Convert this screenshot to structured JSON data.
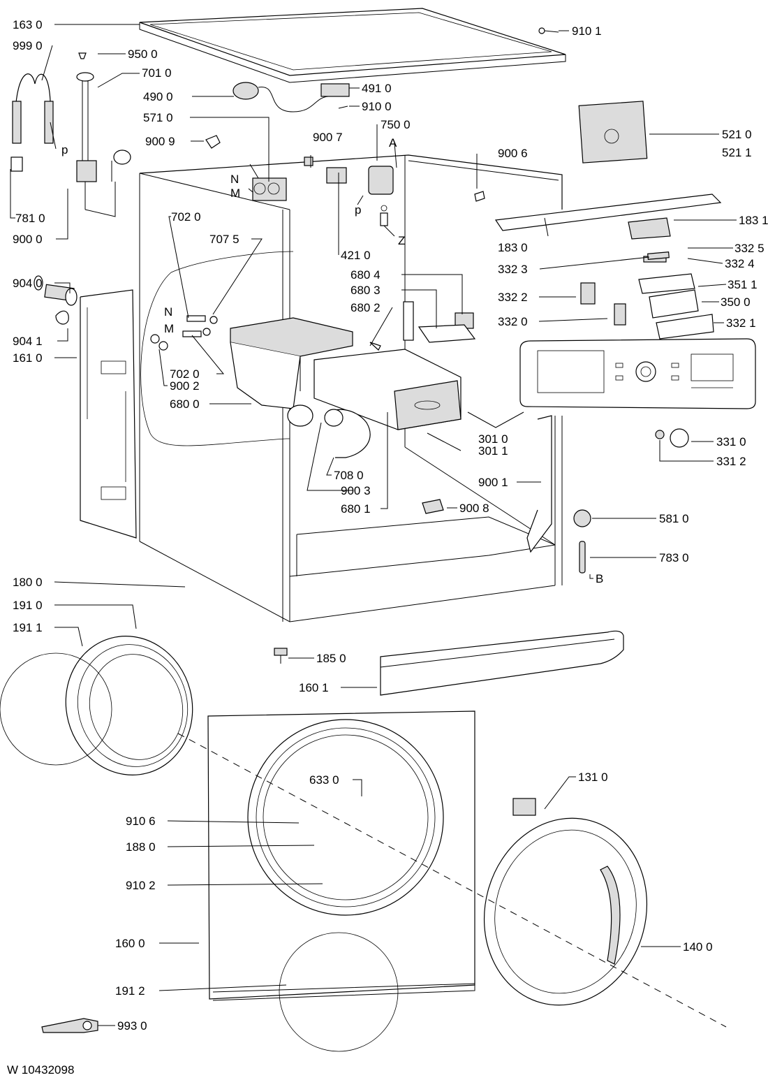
{
  "document_code": "W 10432098",
  "labels": [
    {
      "id": "l1630",
      "text": "163 0"
    },
    {
      "id": "l9990",
      "text": "999 0"
    },
    {
      "id": "l9500",
      "text": "950 0"
    },
    {
      "id": "l7010",
      "text": "701 0"
    },
    {
      "id": "l4900",
      "text": "490 0"
    },
    {
      "id": "l4910",
      "text": "491 0"
    },
    {
      "id": "l9100",
      "text": "910 0"
    },
    {
      "id": "l5710",
      "text": "571 0"
    },
    {
      "id": "l7500",
      "text": "750 0"
    },
    {
      "id": "l9009",
      "text": "900 9"
    },
    {
      "id": "l9007",
      "text": "900 7"
    },
    {
      "id": "lA",
      "text": "A"
    },
    {
      "id": "l9006",
      "text": "900 6"
    },
    {
      "id": "l9101",
      "text": "910 1"
    },
    {
      "id": "l5210",
      "text": "521 0"
    },
    {
      "id": "l5211",
      "text": "521 1"
    },
    {
      "id": "lp1",
      "text": "p"
    },
    {
      "id": "lN1",
      "text": "N"
    },
    {
      "id": "lM1",
      "text": "M"
    },
    {
      "id": "lp2",
      "text": "p"
    },
    {
      "id": "lZ",
      "text": "Z"
    },
    {
      "id": "l7810",
      "text": "781 0"
    },
    {
      "id": "l9000",
      "text": "900 0"
    },
    {
      "id": "l7020a",
      "text": "702 0"
    },
    {
      "id": "l7075",
      "text": "707 5"
    },
    {
      "id": "l4210",
      "text": "421 0"
    },
    {
      "id": "l1831",
      "text": "183 1"
    },
    {
      "id": "l1830",
      "text": "183 0"
    },
    {
      "id": "l3325",
      "text": "332 5"
    },
    {
      "id": "l3323",
      "text": "332 3"
    },
    {
      "id": "l3324",
      "text": "332 4"
    },
    {
      "id": "l9040",
      "text": "904 0"
    },
    {
      "id": "l6804",
      "text": "680 4"
    },
    {
      "id": "l6803",
      "text": "680 3"
    },
    {
      "id": "l6802",
      "text": "680 2"
    },
    {
      "id": "l3511",
      "text": "351 1"
    },
    {
      "id": "l3322",
      "text": "332 2"
    },
    {
      "id": "l3500",
      "text": "350 0"
    },
    {
      "id": "l3320",
      "text": "332 0"
    },
    {
      "id": "l3321",
      "text": "332 1"
    },
    {
      "id": "lN2",
      "text": "N"
    },
    {
      "id": "lM2",
      "text": "M"
    },
    {
      "id": "l9041",
      "text": "904 1"
    },
    {
      "id": "l1610",
      "text": "161 0"
    },
    {
      "id": "l7020b",
      "text": "702 0"
    },
    {
      "id": "l9002",
      "text": "900 2"
    },
    {
      "id": "l6800",
      "text": "680 0"
    },
    {
      "id": "l3010",
      "text": "301 0"
    },
    {
      "id": "l3011",
      "text": "301 1"
    },
    {
      "id": "l3310",
      "text": "331 0"
    },
    {
      "id": "l3312",
      "text": "331 2"
    },
    {
      "id": "l7080",
      "text": "708 0"
    },
    {
      "id": "l9003",
      "text": "900 3"
    },
    {
      "id": "l6801",
      "text": "680 1"
    },
    {
      "id": "l9001",
      "text": "900 1"
    },
    {
      "id": "l9008",
      "text": "900 8"
    },
    {
      "id": "l5810",
      "text": "581 0"
    },
    {
      "id": "l7830",
      "text": "783 0"
    },
    {
      "id": "lB",
      "text": "B"
    },
    {
      "id": "l1800",
      "text": "180 0"
    },
    {
      "id": "l1910",
      "text": "191 0"
    },
    {
      "id": "l1911",
      "text": "191 1"
    },
    {
      "id": "l1850",
      "text": "185 0"
    },
    {
      "id": "l1601",
      "text": "160 1"
    },
    {
      "id": "l6330",
      "text": "633 0"
    },
    {
      "id": "l1310",
      "text": "131 0"
    },
    {
      "id": "l9106",
      "text": "910 6"
    },
    {
      "id": "l1880",
      "text": "188 0"
    },
    {
      "id": "l9102",
      "text": "910 2"
    },
    {
      "id": "l1600",
      "text": "160 0"
    },
    {
      "id": "l1400",
      "text": "140 0"
    },
    {
      "id": "l1912",
      "text": "191 2"
    },
    {
      "id": "l9930",
      "text": "993 0"
    }
  ]
}
